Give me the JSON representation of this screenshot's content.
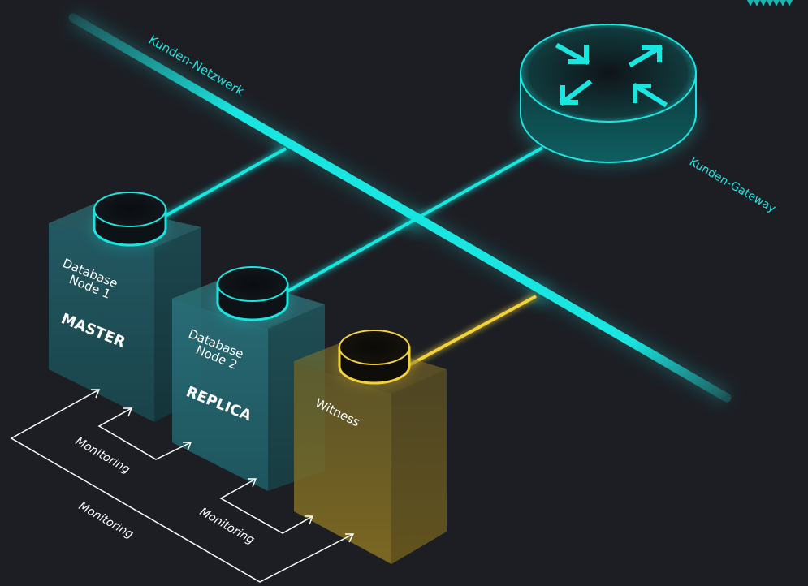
{
  "labels": {
    "network": "Kunden-Netzwerk",
    "gateway": "Kunden-Gateway",
    "node1_name": [
      "Database",
      "Node 1"
    ],
    "node1_role": "MASTER",
    "node2_name": [
      "Database",
      "Node 2"
    ],
    "node2_role": "REPLICA",
    "witness": "Witness",
    "monitoring_1": "Monitoring",
    "monitoring_2": "Monitoring",
    "monitoring_3": "Monitoring"
  },
  "colors": {
    "background": "#1c1e24",
    "network": "#19e6e0",
    "node": "#1f5e63",
    "witness": "#9a7f21",
    "witness_link": "#f2d23a",
    "arrows": "#ffffff"
  }
}
